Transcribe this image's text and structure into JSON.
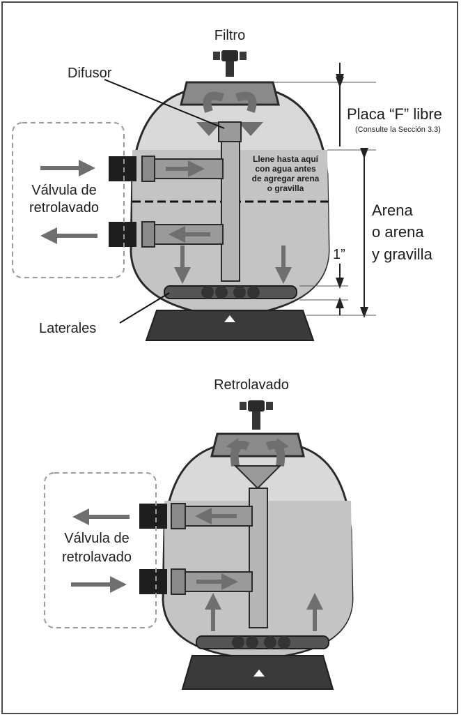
{
  "top": {
    "title": "Filtro",
    "diffuser": "Difusor",
    "freeboard": "Placa “F” libre",
    "freeboard_note": "(Consulte la Sección 3.3)",
    "fill_note": [
      "Llene hasta aquí",
      "con agua antes",
      "de agregar arena",
      "o gravilla"
    ],
    "valve": [
      "Válvula de",
      "retrolavado"
    ],
    "sand": [
      "Arena",
      "o arena",
      "y gravilla"
    ],
    "inch": "1”",
    "laterals": "Laterales"
  },
  "bottom": {
    "title": "Retrolavado",
    "valve": [
      "Válvula de",
      "retrolavado"
    ]
  },
  "colors": {
    "tank_fill": "#d9d9d9",
    "water": "#c9c9c9",
    "pipe": "#9a9a9a",
    "arrow": "#6f6f6f",
    "dark": "#2a2a2a"
  }
}
